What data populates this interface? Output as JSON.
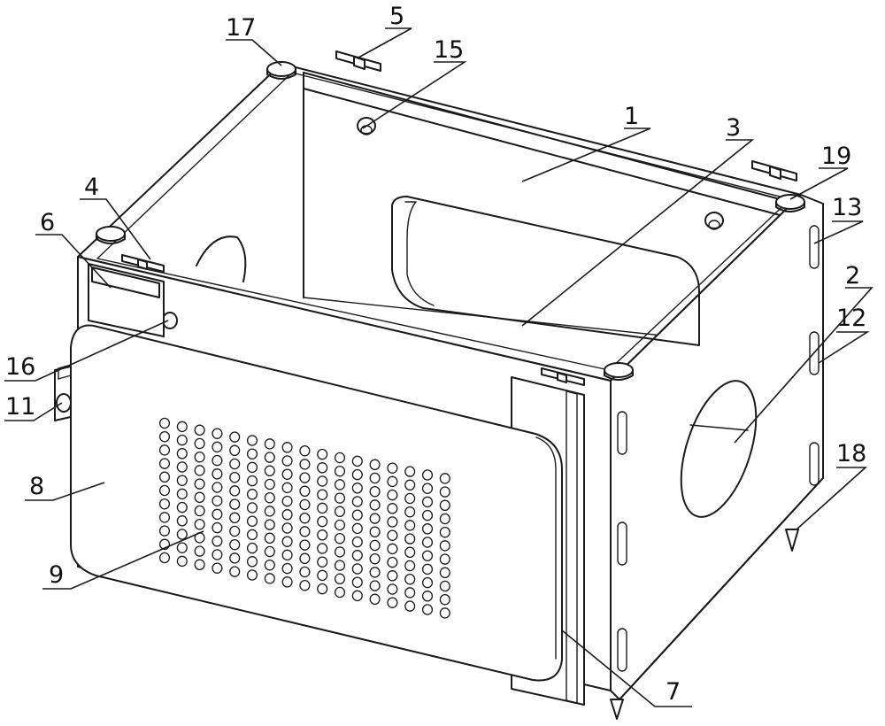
{
  "callouts": [
    {
      "id": "1",
      "text": "1"
    },
    {
      "id": "2",
      "text": "2"
    },
    {
      "id": "3",
      "text": "3"
    },
    {
      "id": "4",
      "text": "4"
    },
    {
      "id": "5",
      "text": "5"
    },
    {
      "id": "6",
      "text": "6"
    },
    {
      "id": "7",
      "text": "7"
    },
    {
      "id": "8",
      "text": "8"
    },
    {
      "id": "9",
      "text": "9"
    },
    {
      "id": "11",
      "text": "11"
    },
    {
      "id": "12",
      "text": "12"
    },
    {
      "id": "13",
      "text": "13"
    },
    {
      "id": "15",
      "text": "15"
    },
    {
      "id": "16",
      "text": "16"
    },
    {
      "id": "17",
      "text": "17"
    },
    {
      "id": "18",
      "text": "18"
    },
    {
      "id": "19",
      "text": "19"
    }
  ],
  "colors": {
    "line": "#1a1a1a",
    "background": "#ffffff"
  }
}
